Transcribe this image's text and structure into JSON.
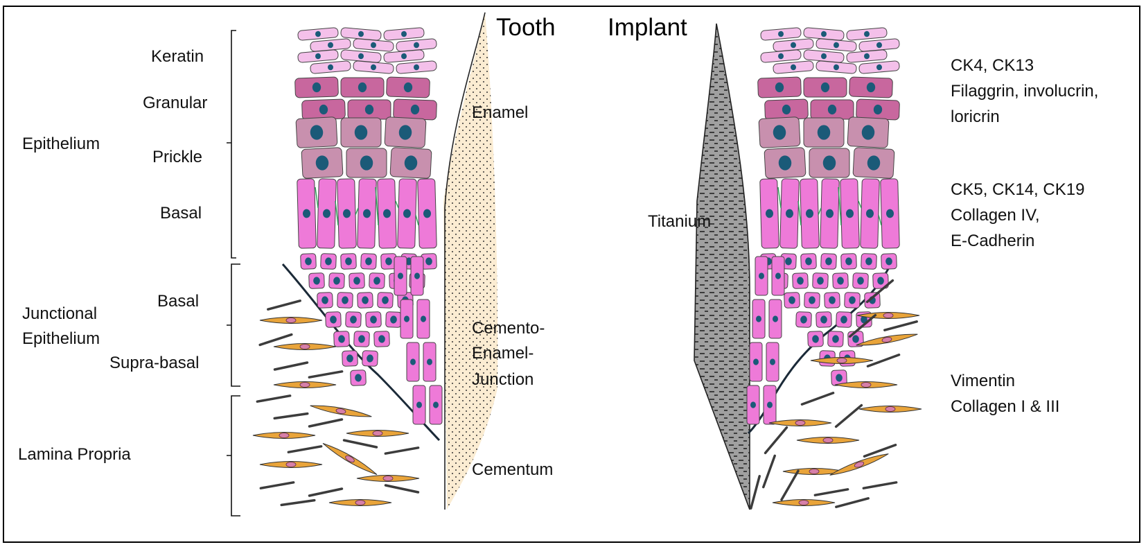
{
  "titles": {
    "tooth": "Tooth",
    "implant": "Implant"
  },
  "layers_left": {
    "keratin": "Keratin",
    "granular": "Granular",
    "prickle": "Prickle",
    "basal": "Basal",
    "je_basal": "Basal",
    "je_suprabasal": "Supra-basal"
  },
  "regions": {
    "epithelium": "Epithelium",
    "junctional_line1": "Junctional",
    "junctional_line2": "Epithelium",
    "lamina_propria": "Lamina Propria"
  },
  "tooth_labels": {
    "enamel": "Enamel",
    "cej_line1": "Cemento-",
    "cej_line2": "Enamel-",
    "cej_line3": "Junction",
    "cementum": "Cementum"
  },
  "implant_labels": {
    "titanium": "Titanium"
  },
  "markers": {
    "group1": [
      "CK4, CK13",
      "Filaggrin, involucrin,",
      "loricrin"
    ],
    "group2": [
      "CK5, CK14, CK19",
      "Collagen IV,",
      "E-Cadherin"
    ],
    "group3": [
      "Vimentin",
      "Collagen I & III"
    ]
  },
  "colors": {
    "keratin_cell": "#f4c0ea",
    "granular_cell": "#c8679e",
    "prickle_cell": "#c890ae",
    "basal_cell": "#ee7ad8",
    "nucleus": "#1b5a78",
    "junction": "#2ca05a",
    "enamel": "#fbecd2",
    "titanium": "#a0a0a0",
    "fibroblast": "#e9a43a",
    "fiber": "#3c3c3c"
  }
}
